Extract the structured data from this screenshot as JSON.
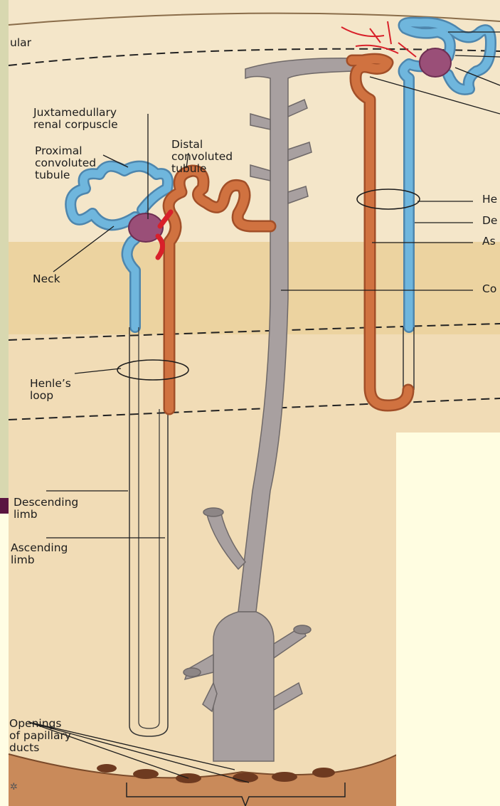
{
  "colors": {
    "cortex": "#f5e4c6",
    "medulla_band": "#ecd19c",
    "proximal": "#5fa6cf",
    "distal": "#c96a3e",
    "collecting": "#a39c9c",
    "corpuscle": "#9a5078",
    "artery": "#d8202a"
  },
  "labels": {
    "top_left": "ular",
    "juxtamedullary": [
      "Juxtamedullary",
      "renal corpuscle"
    ],
    "proximal": [
      "Proximal",
      "convoluted",
      "tubule"
    ],
    "distal": [
      "Distal",
      "convoluted",
      "tubule"
    ],
    "neck": "Neck",
    "henle_loop": [
      "Henle’s",
      "loop"
    ],
    "descending_limb": [
      "Descending",
      "limb"
    ],
    "ascending_limb": [
      "Ascending",
      "limb"
    ],
    "openings": [
      "Openings",
      "of papillary",
      "ducts"
    ],
    "right_he": "He",
    "right_de": "De",
    "right_as": "As",
    "right_co": "Co",
    "footer_mark": "✲"
  }
}
